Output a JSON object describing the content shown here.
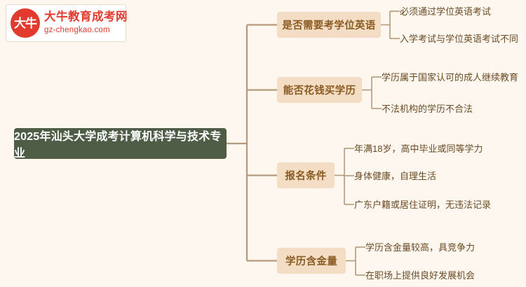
{
  "logo": {
    "mark_text": "大牛",
    "title": "大牛教育成考网",
    "subtitle": "gz-chengkao.com"
  },
  "mindmap": {
    "root": "2025年汕头大学成考计算机科学与技术专业",
    "branches": [
      {
        "label": "是否需要考学位英语",
        "children": [
          "必须通过学位英语考试",
          "入学考试与学位英语考试不同"
        ]
      },
      {
        "label": "能否花钱买学历",
        "children": [
          "学历属于国家认可的成人继续教育",
          "不法机构的学历不合法"
        ]
      },
      {
        "label": "报名条件",
        "children": [
          "年满18岁，高中毕业或同等学力",
          "身体健康，自理生活",
          "广东户籍或居住证明，无违法记录"
        ]
      },
      {
        "label": "学历含金量",
        "children": [
          "学历含金量较高，具竞争力",
          "在职场上提供良好发展机会"
        ]
      }
    ]
  },
  "colors": {
    "background": "#fdf7f0",
    "root_fill": "#4f5d47",
    "branch_fill": "#f3ddc4",
    "branch_text": "#8a5a20",
    "leaf_text": "#6b4a22",
    "connector": "#b49a7a",
    "logo_red": "#e23b2e"
  }
}
